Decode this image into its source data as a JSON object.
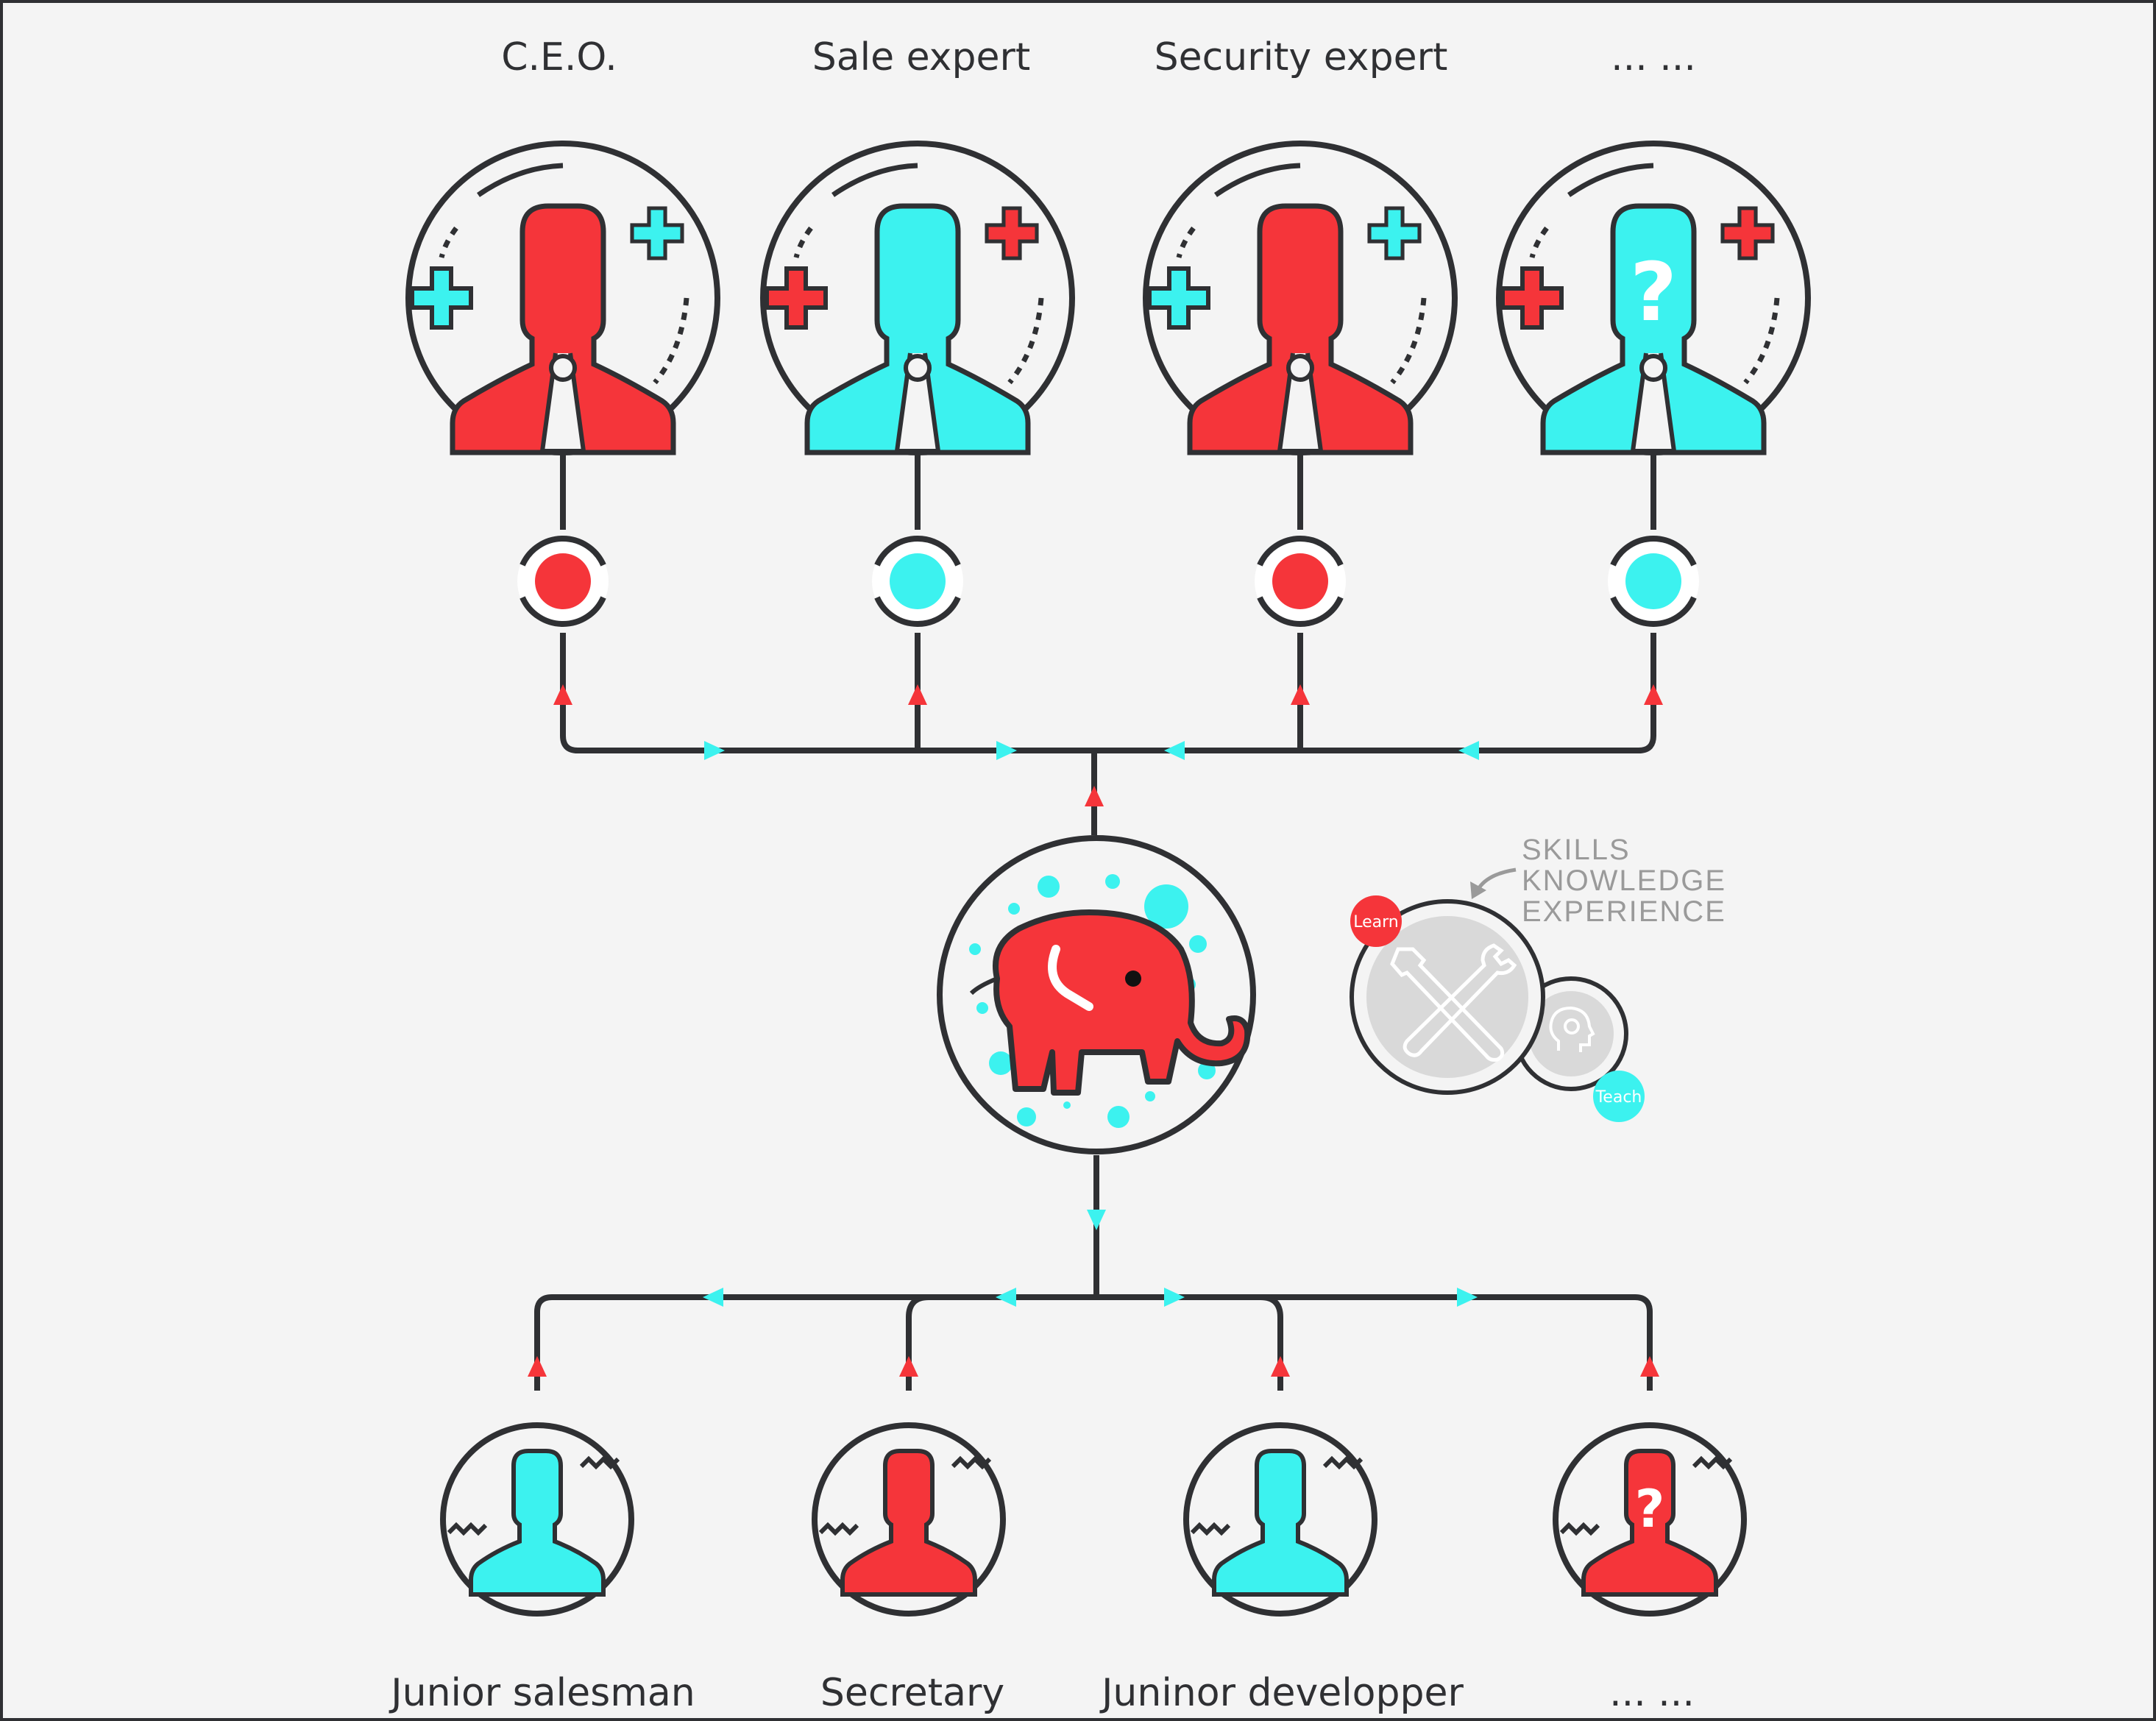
{
  "colors": {
    "red": "#f5353a",
    "cyan": "#3cf2ef",
    "dark": "#2f3033",
    "background": "#f4f4f4",
    "grey": "#d9d9d9"
  },
  "top_roles": [
    {
      "label": "C.E.O.",
      "color": "red",
      "badge_left": "cyan",
      "badge_right": "cyan",
      "unknown": false
    },
    {
      "label": "Sale expert",
      "color": "cyan",
      "badge_left": "red",
      "badge_right": "red",
      "unknown": false
    },
    {
      "label": "Security expert",
      "color": "red",
      "badge_left": "cyan",
      "badge_right": "cyan",
      "unknown": false
    },
    {
      "label": "... ...",
      "color": "cyan",
      "badge_left": "red",
      "badge_right": "red",
      "unknown": true
    }
  ],
  "bottom_roles": [
    {
      "label": "Junior salesman",
      "color": "cyan",
      "unknown": false
    },
    {
      "label": "Secretary",
      "color": "red",
      "unknown": false
    },
    {
      "label": "Juninor developper",
      "color": "cyan",
      "unknown": false
    },
    {
      "label": "... ...",
      "color": "red",
      "unknown": true
    }
  ],
  "center_icon": "elephant-icon",
  "side_panel": {
    "words": [
      "SKILLS",
      "KNOWLEDGE",
      "EXPERIENCE"
    ],
    "learn_label": "Learn",
    "teach_label": "Teach",
    "icons": [
      "tools-icon",
      "head-lightbulb-icon"
    ]
  }
}
